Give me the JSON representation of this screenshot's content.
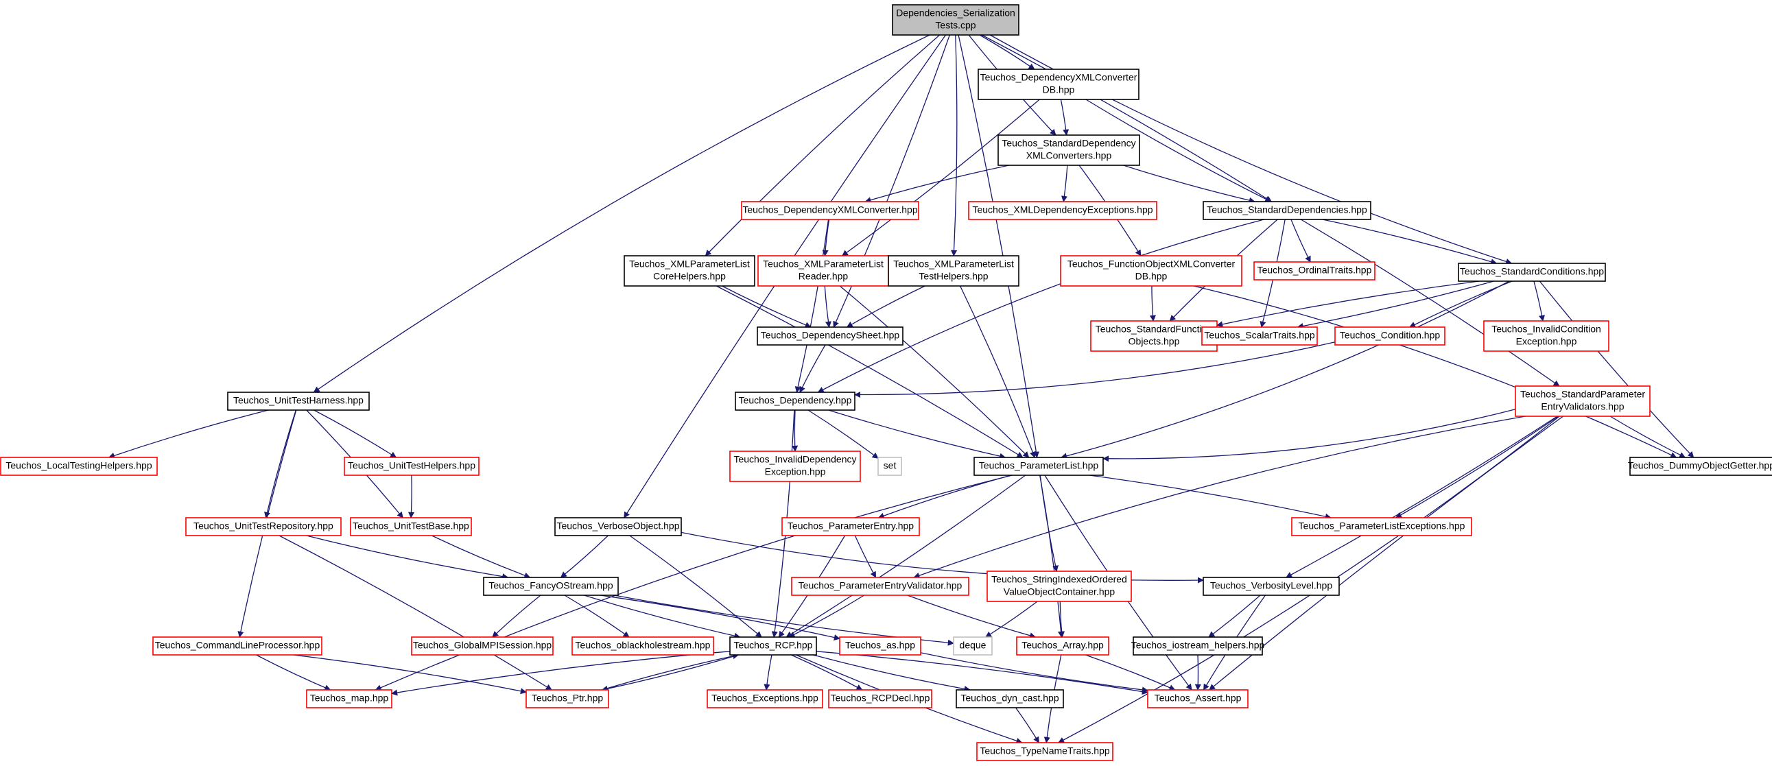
{
  "colors": {
    "edge": "#191970",
    "border_documented": "#000000",
    "border_undocumented": "#ff0000",
    "border_external": "#bfbfbf",
    "root_fill": "#bfbfbf"
  },
  "nodes": [
    {
      "id": "root",
      "lines": [
        "Dependencies_Serialization",
        "Tests.cpp"
      ],
      "kind": "root"
    },
    {
      "id": "depxmlconvdb",
      "lines": [
        "Teuchos_DependencyXMLConverter",
        "DB.hpp"
      ],
      "kind": "doc"
    },
    {
      "id": "stddepxmlconv",
      "lines": [
        "Teuchos_StandardDependency",
        "XMLConverters.hpp"
      ],
      "kind": "doc"
    },
    {
      "id": "depxmlconv",
      "lines": [
        "Teuchos_DependencyXMLConverter.hpp"
      ],
      "kind": "undoc"
    },
    {
      "id": "xmldepexc",
      "lines": [
        "Teuchos_XMLDependencyExceptions.hpp"
      ],
      "kind": "undoc"
    },
    {
      "id": "stddeps",
      "lines": [
        "Teuchos_StandardDependencies.hpp"
      ],
      "kind": "doc"
    },
    {
      "id": "xmlplcore",
      "lines": [
        "Teuchos_XMLParameterList",
        "CoreHelpers.hpp"
      ],
      "kind": "doc"
    },
    {
      "id": "xmlplreader",
      "lines": [
        "Teuchos_XMLParameterList",
        "Reader.hpp"
      ],
      "kind": "undoc"
    },
    {
      "id": "xmlpltest",
      "lines": [
        "Teuchos_XMLParameterList",
        "TestHelpers.hpp"
      ],
      "kind": "doc"
    },
    {
      "id": "funcobjxml",
      "lines": [
        "Teuchos_FunctionObjectXMLConverter",
        "DB.hpp"
      ],
      "kind": "undoc"
    },
    {
      "id": "ordinal",
      "lines": [
        "Teuchos_OrdinalTraits.hpp"
      ],
      "kind": "undoc"
    },
    {
      "id": "stdconds",
      "lines": [
        "Teuchos_StandardConditions.hpp"
      ],
      "kind": "doc"
    },
    {
      "id": "depsheet",
      "lines": [
        "Teuchos_DependencySheet.hpp"
      ],
      "kind": "doc"
    },
    {
      "id": "stdfunc",
      "lines": [
        "Teuchos_StandardFunction",
        "Objects.hpp"
      ],
      "kind": "undoc"
    },
    {
      "id": "scalar",
      "lines": [
        "Teuchos_ScalarTraits.hpp"
      ],
      "kind": "undoc"
    },
    {
      "id": "condition",
      "lines": [
        "Teuchos_Condition.hpp"
      ],
      "kind": "undoc"
    },
    {
      "id": "invcondexc",
      "lines": [
        "Teuchos_InvalidCondition",
        "Exception.hpp"
      ],
      "kind": "undoc"
    },
    {
      "id": "unittestharness",
      "lines": [
        "Teuchos_UnitTestHarness.hpp"
      ],
      "kind": "doc"
    },
    {
      "id": "dependency",
      "lines": [
        "Teuchos_Dependency.hpp"
      ],
      "kind": "doc"
    },
    {
      "id": "stdparamval",
      "lines": [
        "Teuchos_StandardParameter",
        "EntryValidators.hpp"
      ],
      "kind": "undoc"
    },
    {
      "id": "localtest",
      "lines": [
        "Teuchos_LocalTestingHelpers.hpp"
      ],
      "kind": "undoc"
    },
    {
      "id": "unittesthelpers",
      "lines": [
        "Teuchos_UnitTestHelpers.hpp"
      ],
      "kind": "undoc"
    },
    {
      "id": "invdepexc",
      "lines": [
        "Teuchos_InvalidDependency",
        "Exception.hpp"
      ],
      "kind": "undoc"
    },
    {
      "id": "set",
      "lines": [
        "set"
      ],
      "kind": "ext"
    },
    {
      "id": "paramlist",
      "lines": [
        "Teuchos_ParameterList.hpp"
      ],
      "kind": "doc"
    },
    {
      "id": "dummyobj",
      "lines": [
        "Teuchos_DummyObjectGetter.hpp"
      ],
      "kind": "doc"
    },
    {
      "id": "unittestrepo",
      "lines": [
        "Teuchos_UnitTestRepository.hpp"
      ],
      "kind": "undoc"
    },
    {
      "id": "unittestbase",
      "lines": [
        "Teuchos_UnitTestBase.hpp"
      ],
      "kind": "undoc"
    },
    {
      "id": "verboseobj",
      "lines": [
        "Teuchos_VerboseObject.hpp"
      ],
      "kind": "doc"
    },
    {
      "id": "paramentry",
      "lines": [
        "Teuchos_ParameterEntry.hpp"
      ],
      "kind": "undoc"
    },
    {
      "id": "plexc",
      "lines": [
        "Teuchos_ParameterListExceptions.hpp"
      ],
      "kind": "undoc"
    },
    {
      "id": "fancyostream",
      "lines": [
        "Teuchos_FancyOStream.hpp"
      ],
      "kind": "doc"
    },
    {
      "id": "paramentryval",
      "lines": [
        "Teuchos_ParameterEntryValidator.hpp"
      ],
      "kind": "undoc"
    },
    {
      "id": "stringindexed",
      "lines": [
        "Teuchos_StringIndexedOrdered",
        "ValueObjectContainer.hpp"
      ],
      "kind": "undoc"
    },
    {
      "id": "verbositylevel",
      "lines": [
        "Teuchos_VerbosityLevel.hpp"
      ],
      "kind": "doc"
    },
    {
      "id": "cmdline",
      "lines": [
        "Teuchos_CommandLineProcessor.hpp"
      ],
      "kind": "undoc"
    },
    {
      "id": "globalmpi",
      "lines": [
        "Teuchos_GlobalMPISession.hpp"
      ],
      "kind": "undoc"
    },
    {
      "id": "oblackhole",
      "lines": [
        "Teuchos_oblackholestream.hpp"
      ],
      "kind": "undoc"
    },
    {
      "id": "rcp",
      "lines": [
        "Teuchos_RCP.hpp"
      ],
      "kind": "doc"
    },
    {
      "id": "as",
      "lines": [
        "Teuchos_as.hpp"
      ],
      "kind": "undoc"
    },
    {
      "id": "deque",
      "lines": [
        "deque"
      ],
      "kind": "ext"
    },
    {
      "id": "array",
      "lines": [
        "Teuchos_Array.hpp"
      ],
      "kind": "undoc"
    },
    {
      "id": "iostreamhelpers",
      "lines": [
        "Teuchos_iostream_helpers.hpp"
      ],
      "kind": "doc"
    },
    {
      "id": "map",
      "lines": [
        "Teuchos_map.hpp"
      ],
      "kind": "undoc"
    },
    {
      "id": "ptr",
      "lines": [
        "Teuchos_Ptr.hpp"
      ],
      "kind": "undoc"
    },
    {
      "id": "exceptions",
      "lines": [
        "Teuchos_Exceptions.hpp"
      ],
      "kind": "undoc"
    },
    {
      "id": "rcpdecl",
      "lines": [
        "Teuchos_RCPDecl.hpp"
      ],
      "kind": "undoc"
    },
    {
      "id": "dyncast",
      "lines": [
        "Teuchos_dyn_cast.hpp"
      ],
      "kind": "doc"
    },
    {
      "id": "assert",
      "lines": [
        "Teuchos_Assert.hpp"
      ],
      "kind": "undoc"
    },
    {
      "id": "typename",
      "lines": [
        "Teuchos_TypeNameTraits.hpp"
      ],
      "kind": "undoc"
    }
  ],
  "edges": [
    [
      "root",
      "depxmlconvdb"
    ],
    [
      "root",
      "stddepxmlconv"
    ],
    [
      "root",
      "stddeps"
    ],
    [
      "root",
      "xmlplcore"
    ],
    [
      "root",
      "xmlpltest"
    ],
    [
      "root",
      "stdconds"
    ],
    [
      "root",
      "depsheet"
    ],
    [
      "root",
      "unittestharness"
    ],
    [
      "root",
      "paramlist"
    ],
    [
      "root",
      "verboseobj"
    ],
    [
      "depxmlconvdb",
      "stddepxmlconv"
    ],
    [
      "depxmlconvdb",
      "stddeps"
    ],
    [
      "depxmlconvdb",
      "xmlplreader"
    ],
    [
      "stddepxmlconv",
      "depxmlconv"
    ],
    [
      "stddepxmlconv",
      "xmldepexc"
    ],
    [
      "stddepxmlconv",
      "stddeps"
    ],
    [
      "stddepxmlconv",
      "funcobjxml"
    ],
    [
      "depxmlconv",
      "xmlplreader"
    ],
    [
      "depxmlconv",
      "dependency"
    ],
    [
      "stddeps",
      "ordinal"
    ],
    [
      "stddeps",
      "stdconds"
    ],
    [
      "stddeps",
      "stdfunc"
    ],
    [
      "stddeps",
      "scalar"
    ],
    [
      "stddeps",
      "dependency"
    ],
    [
      "stddeps",
      "stdparamval"
    ],
    [
      "xmlplcore",
      "depsheet"
    ],
    [
      "xmlplcore",
      "paramlist"
    ],
    [
      "xmlplreader",
      "depsheet"
    ],
    [
      "xmlplreader",
      "paramlist"
    ],
    [
      "xmlpltest",
      "depsheet"
    ],
    [
      "xmlpltest",
      "paramlist"
    ],
    [
      "funcobjxml",
      "stdfunc"
    ],
    [
      "funcobjxml",
      "dummyobj"
    ],
    [
      "stdconds",
      "stdfunc"
    ],
    [
      "stdconds",
      "scalar"
    ],
    [
      "stdconds",
      "condition"
    ],
    [
      "stdconds",
      "invcondexc"
    ],
    [
      "stdconds",
      "dummyobj"
    ],
    [
      "stdconds",
      "paramlist"
    ],
    [
      "depsheet",
      "dependency"
    ],
    [
      "condition",
      "dependency"
    ],
    [
      "dependency",
      "invdepexc"
    ],
    [
      "dependency",
      "set"
    ],
    [
      "dependency",
      "paramlist"
    ],
    [
      "dependency",
      "rcp"
    ],
    [
      "unittestharness",
      "localtest"
    ],
    [
      "unittestharness",
      "unittesthelpers"
    ],
    [
      "unittestharness",
      "unittestrepo"
    ],
    [
      "unittestharness",
      "unittestbase"
    ],
    [
      "unittestharness",
      "cmdline"
    ],
    [
      "unittesthelpers",
      "unittestbase"
    ],
    [
      "unittestrepo",
      "fancyostream"
    ],
    [
      "unittestrepo",
      "ptr"
    ],
    [
      "unittestbase",
      "fancyostream"
    ],
    [
      "stdparamval",
      "paramlist"
    ],
    [
      "stdparamval",
      "dummyobj"
    ],
    [
      "stdparamval",
      "plexc"
    ],
    [
      "stdparamval",
      "paramentryval"
    ],
    [
      "stdparamval",
      "verbositylevel"
    ],
    [
      "stdparamval",
      "assert"
    ],
    [
      "stdparamval",
      "typename"
    ],
    [
      "paramlist",
      "paramentry"
    ],
    [
      "paramlist",
      "plexc"
    ],
    [
      "paramlist",
      "stringindexed"
    ],
    [
      "paramlist",
      "array"
    ],
    [
      "paramlist",
      "map"
    ],
    [
      "paramlist",
      "rcp"
    ],
    [
      "paramlist",
      "assert"
    ],
    [
      "verboseobj",
      "fancyostream"
    ],
    [
      "verboseobj",
      "verbositylevel"
    ],
    [
      "verboseobj",
      "rcp"
    ],
    [
      "paramentry",
      "paramentryval"
    ],
    [
      "paramentry",
      "rcp"
    ],
    [
      "fancyostream",
      "globalmpi"
    ],
    [
      "fancyostream",
      "oblackhole"
    ],
    [
      "fancyostream",
      "rcp"
    ],
    [
      "fancyostream",
      "as"
    ],
    [
      "fancyostream",
      "deque"
    ],
    [
      "paramentryval",
      "rcp"
    ],
    [
      "paramentryval",
      "array"
    ],
    [
      "stringindexed",
      "deque"
    ],
    [
      "stringindexed",
      "array"
    ],
    [
      "verbositylevel",
      "iostreamhelpers"
    ],
    [
      "verbositylevel",
      "assert"
    ],
    [
      "iostreamhelpers",
      "assert"
    ],
    [
      "cmdline",
      "map"
    ],
    [
      "cmdline",
      "ptr"
    ],
    [
      "rcp",
      "map"
    ],
    [
      "rcp",
      "ptr"
    ],
    [
      "rcp",
      "exceptions"
    ],
    [
      "rcp",
      "rcpdecl"
    ],
    [
      "rcp",
      "dyncast"
    ],
    [
      "rcp",
      "assert"
    ],
    [
      "rcp",
      "typename"
    ],
    [
      "ptr",
      "rcp"
    ],
    [
      "as",
      "assert"
    ],
    [
      "array",
      "assert"
    ],
    [
      "array",
      "typename"
    ],
    [
      "dyncast",
      "typename"
    ]
  ]
}
